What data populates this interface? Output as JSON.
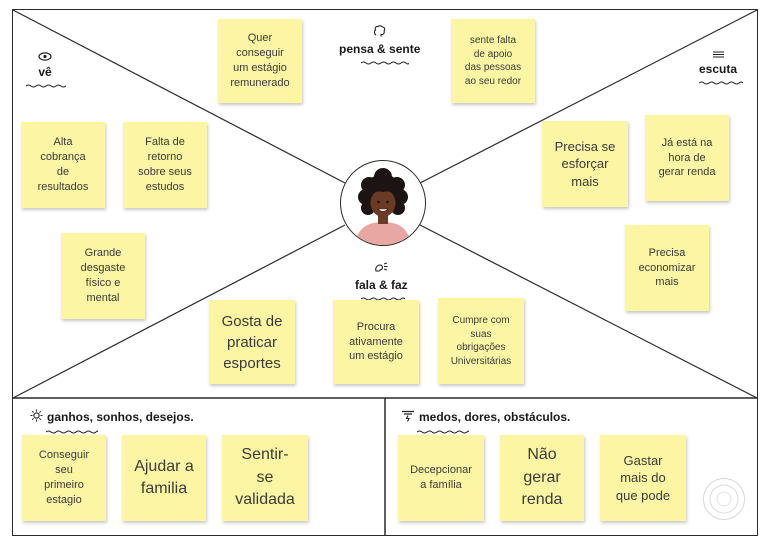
{
  "sections": {
    "ve": {
      "label": "vê",
      "icon": "eye-icon"
    },
    "pensa": {
      "label": "pensa & sente",
      "icon": "brain-icon"
    },
    "escuta": {
      "label": "escuta",
      "icon": "ear-icon"
    },
    "fala": {
      "label": "fala & faz",
      "icon": "speaking-icon"
    },
    "ganhos": {
      "label": "ganhos, sonhos, desejos.",
      "icon": "sun-icon"
    },
    "medos": {
      "label": "medos, dores, obstáculos.",
      "icon": "storm-cloud-icon"
    }
  },
  "notes": {
    "pensa": [
      "Quer\nconseguir\num estágio\nremunerado",
      "sente falta\nde apoio\ndas pessoas\nao seu redor"
    ],
    "ve": [
      "Alta\ncobrança\nde\nresultados",
      "Falta de\nretorno\nsobre seus\nestudos",
      "Grande\ndesgaste\nfísico e\nmental"
    ],
    "escuta": [
      "Precisa se\nesforçar\nmais",
      "Já está na\nhora de\ngerar renda",
      "Precisa\neconomizar\nmais"
    ],
    "fala": [
      "Gosta de\npraticar\nesportes",
      "Procura\nativamente\num estágio",
      "Cumpre com\nsuas\nobrigações\nUniversitárias"
    ],
    "ganhos": [
      "Conseguir\nseu\nprimeiro\nestagio",
      "Ajudar a\nfamilia",
      "Sentir-\nse\nvalidada"
    ],
    "medos": [
      "Decepcionar\na família",
      "Não\ngerar\nrenda",
      "Gastar\nmais do\nque pode"
    ]
  },
  "colors": {
    "note": "#fcf5a3",
    "line": "#2a2a2a",
    "skin": "#6b3a24",
    "hair": "#1c1412",
    "shirt": "#e8a7a2"
  }
}
